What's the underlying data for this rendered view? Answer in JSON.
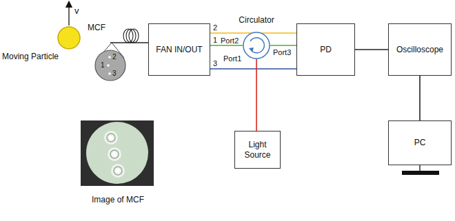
{
  "diagram": {
    "nodes": [
      {
        "text": [
          "Moving Particle"
        ]
      },
      {
        "text": [
          "FAN IN/OUT"
        ]
      },
      {
        "text": [
          "Circulator",
          "Port2",
          "Port3",
          "Port1"
        ]
      },
      {
        "text": [
          "PD"
        ]
      },
      {
        "text": [
          "Oscilloscope"
        ]
      },
      {
        "text": [
          "Light Source"
        ]
      },
      {
        "text": [
          "PC"
        ]
      }
    ],
    "edges": [
      {
        "from": 1,
        "to": 3,
        "label": "2",
        "arrow": "none"
      },
      {
        "from": 1,
        "to": 2,
        "label": "1",
        "arrow": "none"
      },
      {
        "from": 2,
        "to": 3,
        "arrow": "none"
      },
      {
        "from": 1,
        "to": 3,
        "label": "3",
        "arrow": "none"
      },
      {
        "from": 5,
        "to": 2,
        "arrow": "none"
      },
      {
        "from": 3,
        "to": 4,
        "arrow": "none"
      },
      {
        "from": 4,
        "to": 6,
        "arrow": "none"
      }
    ],
    "labels": [
      "v",
      "MCF",
      "2",
      "1",
      "3",
      "Image of MCF"
    ]
  }
}
